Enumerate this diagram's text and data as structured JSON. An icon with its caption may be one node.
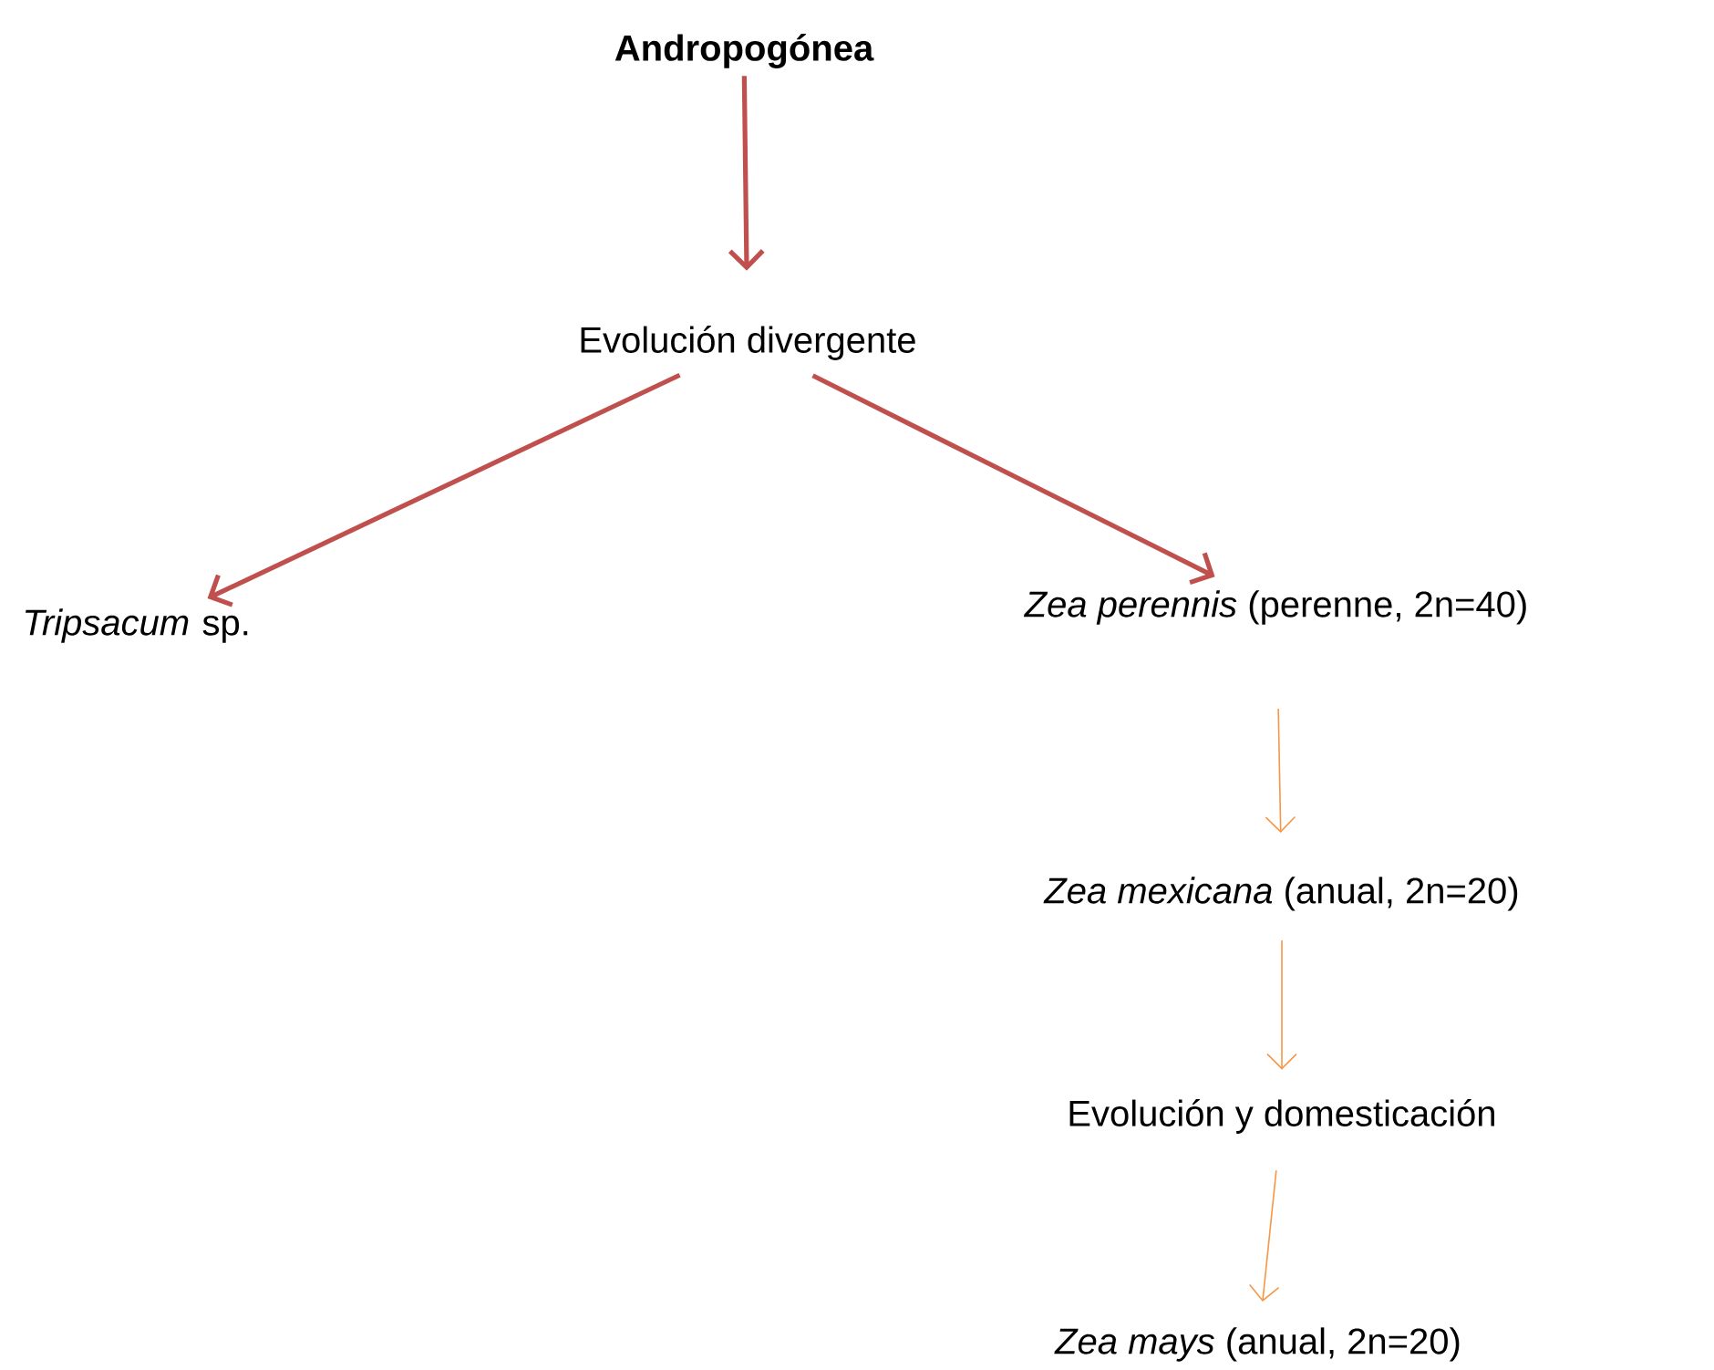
{
  "diagram": {
    "nodes": [
      {
        "text": [
          "Andropogónea"
        ]
      },
      {
        "text": [
          "Evolución divergente"
        ]
      },
      {
        "text": [
          "*Tripsacum* sp."
        ]
      },
      {
        "text": [
          "*Zea perennis* (perenne, 2n=40)"
        ]
      },
      {
        "text": [
          "*Zea mexicana* (anual, 2n=20)"
        ]
      },
      {
        "text": [
          "Evolución y domesticación"
        ]
      },
      {
        "text": [
          "*Zea mays* (anual, 2n=20)"
        ]
      }
    ],
    "edges": [
      {
        "from": 0,
        "to": 1,
        "arrow": "to",
        "style": "thick",
        "color": "#c0504d"
      },
      {
        "from": 1,
        "to": 2,
        "arrow": "to",
        "style": "thick",
        "color": "#c0504d"
      },
      {
        "from": 1,
        "to": 3,
        "arrow": "to",
        "style": "thick",
        "color": "#c0504d"
      },
      {
        "from": 3,
        "to": 4,
        "arrow": "to",
        "color": "#f79646"
      },
      {
        "from": 4,
        "to": 5,
        "arrow": "to",
        "color": "#f79646"
      },
      {
        "from": 5,
        "to": 6,
        "arrow": "to",
        "color": "#f79646"
      }
    ]
  }
}
